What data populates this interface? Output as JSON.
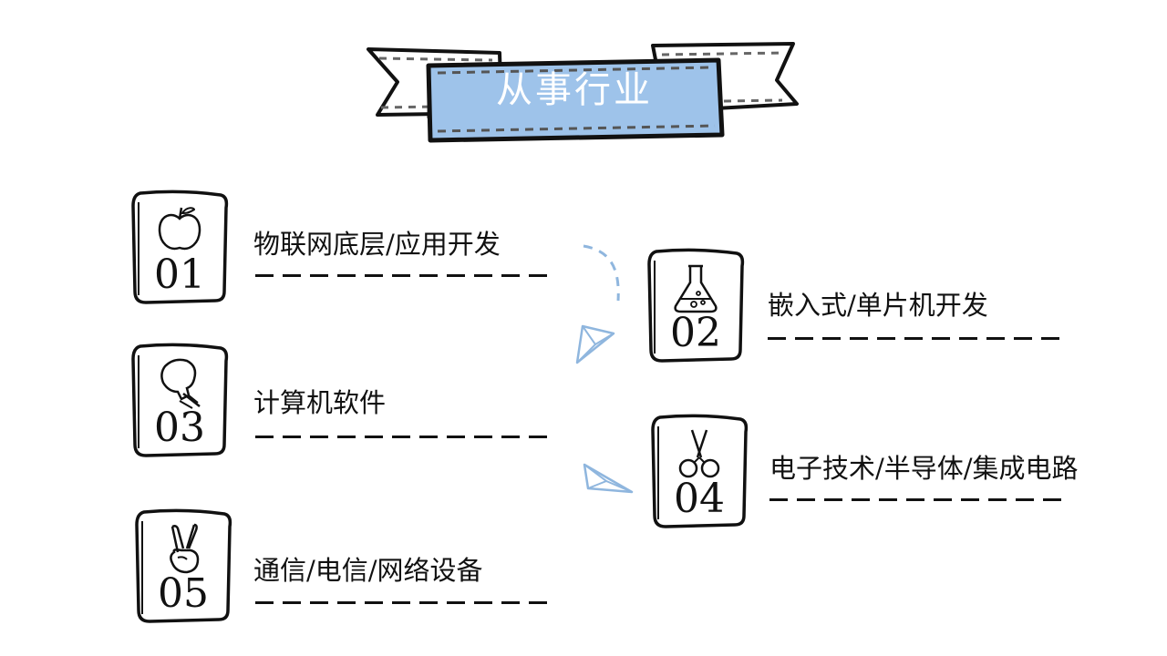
{
  "banner": {
    "title": "从事行业"
  },
  "items": [
    {
      "number": "01",
      "label": "物联网底层/应用开发",
      "icon": "apple-icon"
    },
    {
      "number": "02",
      "label": "嵌入式/单片机开发",
      "icon": "flask-icon"
    },
    {
      "number": "03",
      "label": "计算机软件",
      "icon": "lightbulb-icon"
    },
    {
      "number": "04",
      "label": "电子技术/半导体/集成电路",
      "icon": "scissors-icon"
    },
    {
      "number": "05",
      "label": "通信/电信/网络设备",
      "icon": "victory-hand-icon"
    }
  ],
  "colors": {
    "banner_fill": "#9ec3ea",
    "ribbon_fill": "#ffffff",
    "outline": "#111111",
    "plane_stroke": "#8fb6de",
    "text": "#111111"
  }
}
